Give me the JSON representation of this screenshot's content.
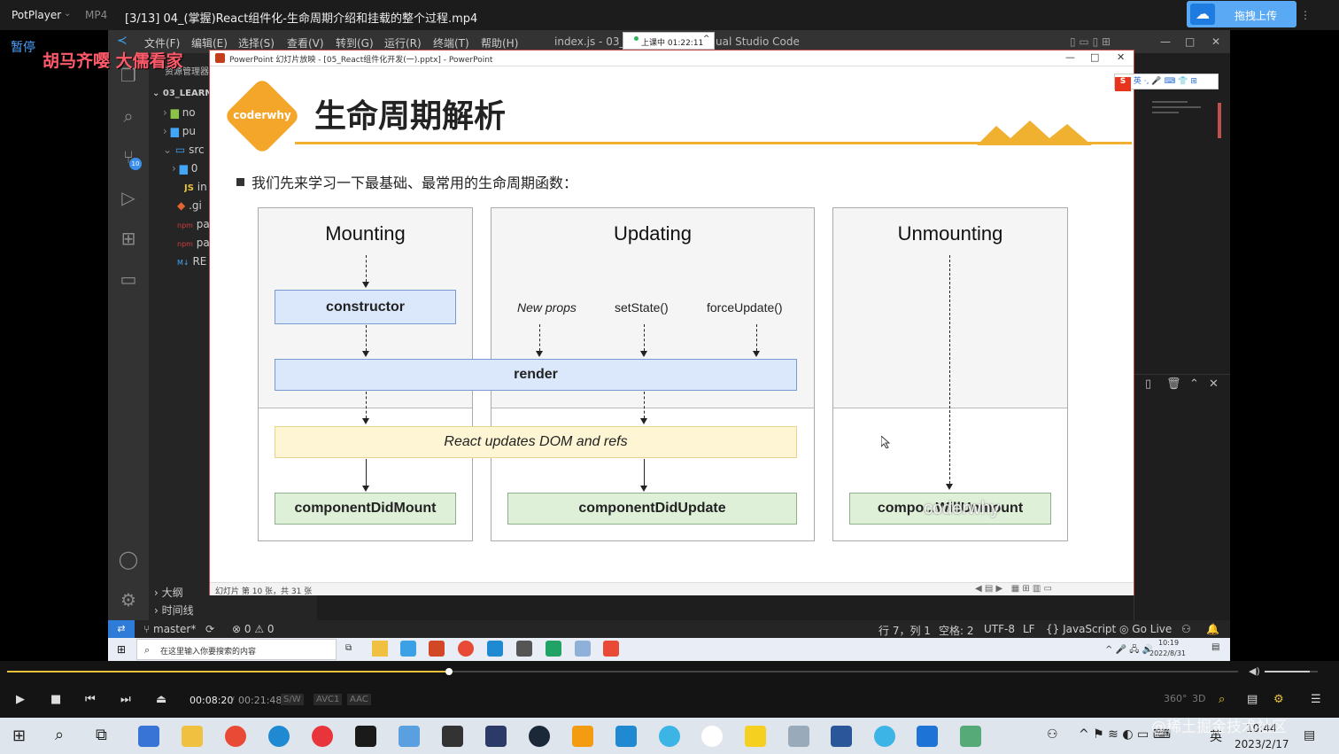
{
  "player": {
    "brand": "PotPlayer",
    "format": "MP4",
    "file_title": "[3/13] 04_(掌握)React组件化-生命周期介绍和挂载的整个过程.mp4",
    "upload_label": "拖拽上传",
    "paused_label": "暂停",
    "time_current": "00:08:20",
    "time_separator": "/",
    "time_total": "00:21:48",
    "badges": [
      "S/W",
      "AVC1",
      "AAC"
    ],
    "progress": 0.359,
    "volume": 0.85,
    "watermark": "@稀土掘金技术社区"
  },
  "overlay_text": "胡马齐嘤 大儒看家",
  "vscode": {
    "menus": [
      "文件(F)",
      "编辑(E)",
      "选择(S)",
      "查看(V)",
      "转到(G)",
      "运行(R)",
      "终端(T)",
      "帮助(H)"
    ],
    "window_title_left": "index.js - 03_le",
    "window_title_right": "ual Studio Code",
    "explorer_label": "资源管理器",
    "folder_root": "03_LEARN",
    "tree": [
      {
        "label": "no",
        "kind": "folder"
      },
      {
        "label": "pu",
        "kind": "folder"
      },
      {
        "label": "src",
        "kind": "folder-open"
      },
      {
        "label": "0",
        "kind": "folder"
      },
      {
        "label": "in",
        "kind": "js"
      },
      {
        "label": ".gi",
        "kind": "git"
      },
      {
        "label": "pa",
        "kind": "npm"
      },
      {
        "label": "pa",
        "kind": "npm"
      },
      {
        "label": "RE",
        "kind": "md"
      }
    ],
    "outline_label": "大纲",
    "timeline_label": "时间线",
    "scm_badge": "10",
    "status": {
      "branch": "master*",
      "problems": "⊗ 0 ⚠ 0",
      "position": "行 7，列 1",
      "spaces": "空格: 2",
      "encoding": "UTF-8",
      "eol": "LF",
      "language": "{} JavaScript",
      "golive": "Go Live"
    }
  },
  "tooltip": "上课中 01:22:11",
  "powerpoint": {
    "title": "PowerPoint 幻灯片放映 - [05_React组件化开发(一).pptx] - PowerPoint",
    "status": "幻灯片 第 10 张，共 31 张"
  },
  "slide": {
    "logo": "coderwhy",
    "title": "生命周期解析",
    "bullet": "我们先来学习一下最基础、最常用的生命周期函数：",
    "mounting": {
      "header": "Mounting",
      "constructor": "constructor",
      "did_mount": "componentDidMount"
    },
    "updating": {
      "header": "Updating",
      "new_props": "New props",
      "set_state": "setState()",
      "force_update": "forceUpdate()",
      "did_update": "componentDidUpdate"
    },
    "unmounting": {
      "header": "Unmounting",
      "will_unmount": "compo...WillUnmount",
      "watermark": "coderwhy"
    },
    "render": "render",
    "react_updates": "React updates DOM and refs"
  },
  "inner_taskbar": {
    "search_placeholder": "在这里输入你要搜索的内容",
    "clock_time": "10:19",
    "clock_date": "2022/8/31"
  },
  "taskbar": {
    "lang": "英",
    "clock_time": "10:44",
    "clock_date": "2023/2/17"
  },
  "colors": {
    "accent": "#f4a62a",
    "upload": "#5aa9f5",
    "seek": "#e8c23a"
  }
}
